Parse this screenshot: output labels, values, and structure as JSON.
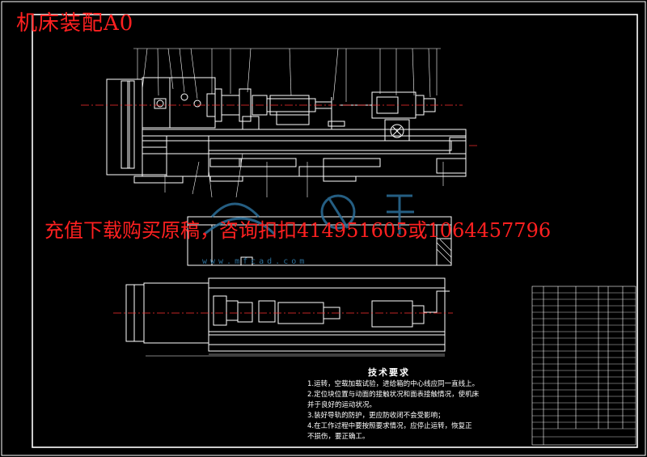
{
  "corner_title": "机床装配A0",
  "promo_text": "充值下载购买原稿，咨询扣扣414951605或1064457796",
  "watermark": "www.mfcad.com",
  "requirements": {
    "title": "技术要求",
    "lines": [
      "1.运转，空载加载试验，进给箱的中心线应同一直线上。",
      "2.定位块位置与动面的接触状况和面表接触情况，使机床",
      "并于良好的运动状况。",
      "3.装好导轨的防护，更应防收闭不会受影响；",
      "4.在工作过程中要按照要求情况，应停止运转，恢复正",
      "不损伤，要正确工。"
    ]
  },
  "colors": {
    "background": "#000000",
    "line": "#ffffff",
    "centerline": "#ff3030",
    "accent": "#2c6f99",
    "overlay": "#ff2020"
  }
}
